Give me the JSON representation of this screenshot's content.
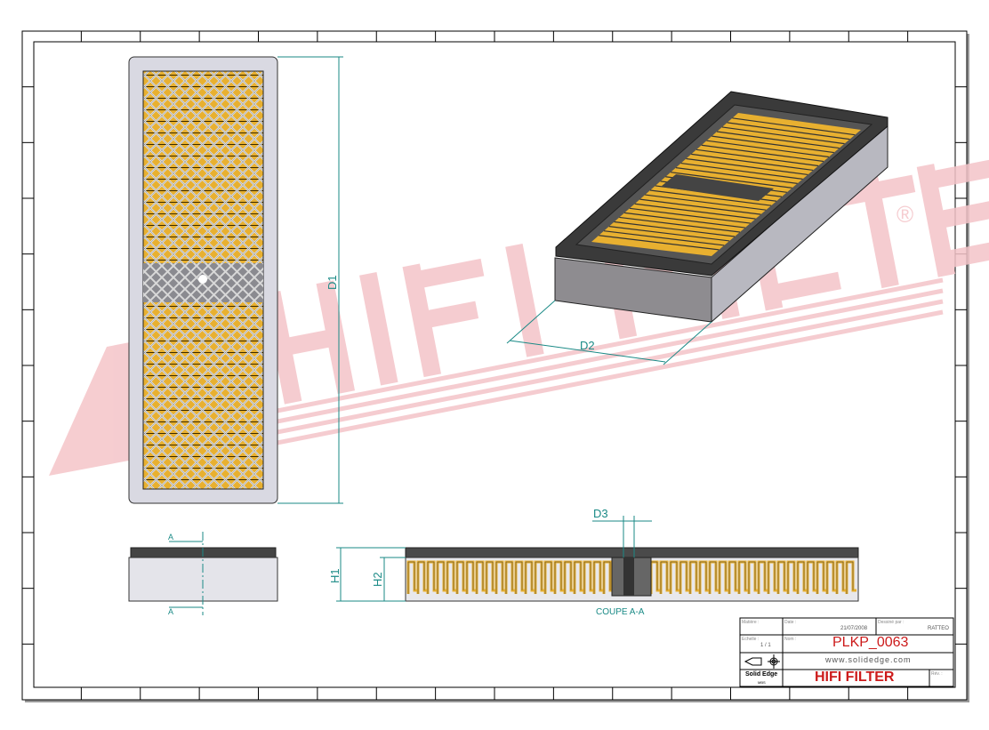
{
  "drawing": {
    "watermark": "HIFI FILTER",
    "watermark_mark": "®",
    "dimensions": {
      "d1": "D1",
      "d2": "D2",
      "d3": "D3",
      "h1": "H1",
      "h2": "H2"
    },
    "section_marker": "A",
    "section_title": "COUPE A-A"
  },
  "title_block": {
    "material_label": "Matière :",
    "date_label": "Date :",
    "date": "21/07/2008",
    "drawn_by_label": "Dessiné par :",
    "drawn_by": "RATTEO",
    "scale_label": "Echelle :",
    "scale": "1 / 1",
    "name_label": "Nom :",
    "name": "PLKP_0063",
    "website": "www.solidedge.com",
    "software": "Solid Edge",
    "software_sub": "MBS",
    "company": "HIFI FILTER",
    "rev_label": "Rév. :"
  },
  "colors": {
    "dimension": "#1a8a86",
    "filter_media": "#e8b030",
    "frame": "#3a3a3a",
    "watermark": "#f4c4c8",
    "title_red": "#cc1b1b"
  }
}
